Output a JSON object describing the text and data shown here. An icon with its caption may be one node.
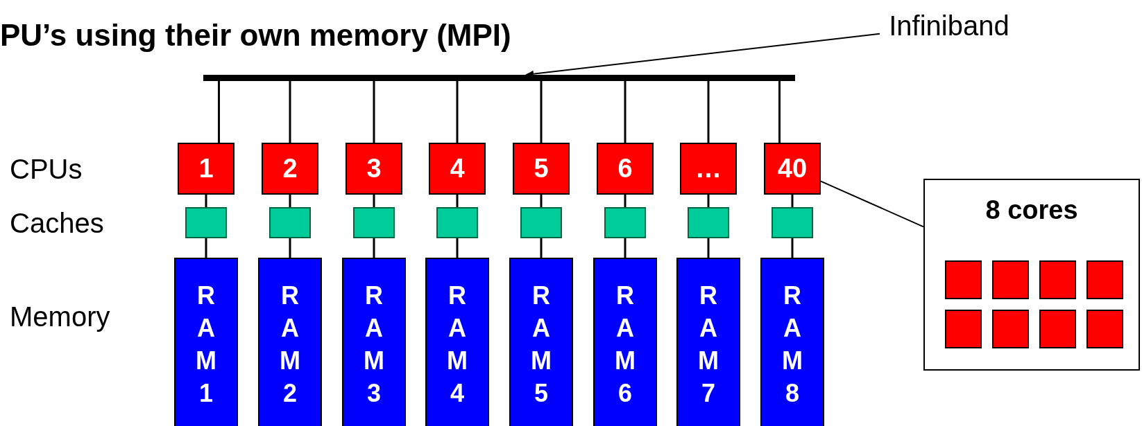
{
  "diagram": {
    "title": "PU’s using their own memory (MPI)",
    "nodes": [
      {
        "text": [
          "Infiniband"
        ]
      },
      {
        "text": [],
        "shape": "bar"
      },
      {
        "text": [
          "1"
        ]
      },
      {
        "text": [
          "2"
        ]
      },
      {
        "text": [
          "3"
        ]
      },
      {
        "text": [
          "4"
        ]
      },
      {
        "text": [
          "5"
        ]
      },
      {
        "text": [
          "6"
        ]
      },
      {
        "text": [
          "…"
        ]
      },
      {
        "text": [
          "40"
        ]
      },
      {
        "text": [],
        "shape": "box"
      },
      {
        "text": [],
        "shape": "box"
      },
      {
        "text": [],
        "shape": "box"
      },
      {
        "text": [],
        "shape": "box"
      },
      {
        "text": [],
        "shape": "box"
      },
      {
        "text": [],
        "shape": "box"
      },
      {
        "text": [],
        "shape": "box"
      },
      {
        "text": [],
        "shape": "box"
      },
      {
        "text": [
          "R A M 1"
        ]
      },
      {
        "text": [
          "R A M 2"
        ]
      },
      {
        "text": [
          "R A M 3"
        ]
      },
      {
        "text": [
          "R A M 4"
        ]
      },
      {
        "text": [
          "R A M 5"
        ]
      },
      {
        "text": [
          "R A M 6"
        ]
      },
      {
        "text": [
          "R A M 7"
        ]
      },
      {
        "text": [
          "R A M 8"
        ]
      },
      {
        "text": [
          "8 cores"
        ]
      },
      {
        "text": [],
        "shape": "box",
        "in": 26
      },
      {
        "text": [],
        "shape": "box",
        "in": 26
      },
      {
        "text": [],
        "shape": "box",
        "in": 26
      },
      {
        "text": [],
        "shape": "box",
        "in": 26
      },
      {
        "text": [],
        "shape": "box",
        "in": 26
      },
      {
        "text": [],
        "shape": "box",
        "in": 26
      },
      {
        "text": [],
        "shape": "box",
        "in": 26
      },
      {
        "text": [],
        "shape": "box",
        "in": 26
      }
    ],
    "edges": [
      {
        "from": 0,
        "to": 1,
        "arrow": "to"
      },
      {
        "from": 1,
        "to": 2,
        "arrow": "none"
      },
      {
        "from": 1,
        "to": 3,
        "arrow": "none"
      },
      {
        "from": 1,
        "to": 4,
        "arrow": "none"
      },
      {
        "from": 1,
        "to": 5,
        "arrow": "none"
      },
      {
        "from": 1,
        "to": 6,
        "arrow": "none"
      },
      {
        "from": 1,
        "to": 7,
        "arrow": "none"
      },
      {
        "from": 1,
        "to": 8,
        "arrow": "none"
      },
      {
        "from": 1,
        "to": 9,
        "arrow": "none"
      },
      {
        "from": 2,
        "to": 10,
        "arrow": "none"
      },
      {
        "from": 3,
        "to": 11,
        "arrow": "none"
      },
      {
        "from": 4,
        "to": 12,
        "arrow": "none"
      },
      {
        "from": 5,
        "to": 13,
        "arrow": "none"
      },
      {
        "from": 6,
        "to": 14,
        "arrow": "none"
      },
      {
        "from": 7,
        "to": 15,
        "arrow": "none"
      },
      {
        "from": 8,
        "to": 16,
        "arrow": "none"
      },
      {
        "from": 9,
        "to": 17,
        "arrow": "none"
      },
      {
        "from": 10,
        "to": 18,
        "arrow": "none"
      },
      {
        "from": 11,
        "to": 19,
        "arrow": "none"
      },
      {
        "from": 12,
        "to": 20,
        "arrow": "none"
      },
      {
        "from": 13,
        "to": 21,
        "arrow": "none"
      },
      {
        "from": 14,
        "to": 22,
        "arrow": "none"
      },
      {
        "from": 15,
        "to": 23,
        "arrow": "none"
      },
      {
        "from": 16,
        "to": 24,
        "arrow": "none"
      },
      {
        "from": 17,
        "to": 25,
        "arrow": "none"
      },
      {
        "from": 9,
        "to": 26,
        "arrow": "none"
      }
    ],
    "labels": [
      "CPUs",
      "Caches",
      "Memory"
    ]
  }
}
